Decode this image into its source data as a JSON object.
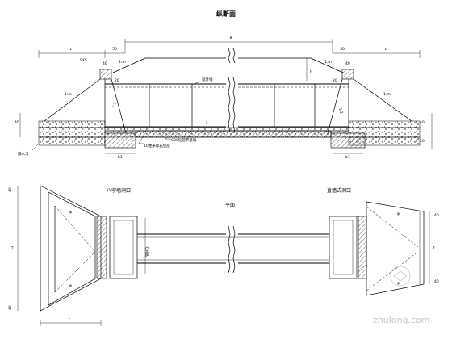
{
  "drawing": {
    "elevation": {
      "title": "纵断面",
      "labels": {
        "crushed_stone": "10厘米碎石垫层",
        "c20_base": "C20砼管节基础",
        "slope_line": "设计线",
        "drainage": "排水沟"
      },
      "dims": {
        "b": "B",
        "c_left": "c",
        "c_right": "c",
        "d_left": "50",
        "d_right": "50",
        "h": "H",
        "slope_left": "1:m",
        "slope_right": "1:m",
        "s1": "b1",
        "s2": "b1",
        "p40_l": "40",
        "p40_r": "40",
        "tiny_l": "SXS",
        "v20_l": "20",
        "v20_r": "20",
        "v40_l": "40",
        "v40_r": "40",
        "i_label": "i",
        "e_l": "1:2",
        "e_r": "1:2"
      }
    },
    "plan": {
      "title": "平面",
      "left_title": "八字墙洞口",
      "right_title": "直墙式洞口",
      "dims": {
        "bottom_c": "c",
        "side_l": "T",
        "side_r": "T",
        "pipe": "管径D",
        "phi_l": "φ",
        "phi_r": "φ",
        "v40_a": "40",
        "v40_b": "40",
        "v40_c": "40",
        "v40_d": "40"
      }
    },
    "watermark": "zhulong.com"
  }
}
